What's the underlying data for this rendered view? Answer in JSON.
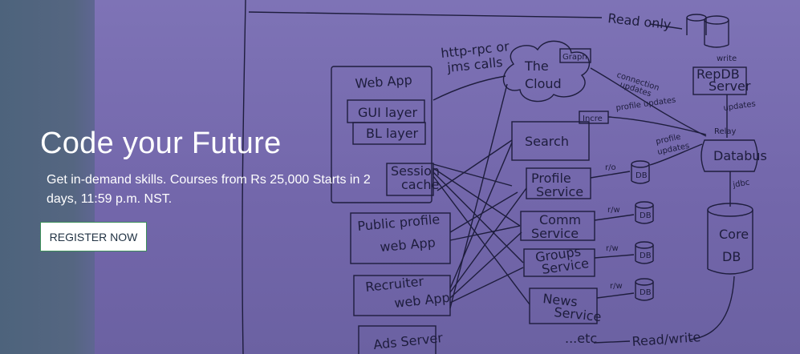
{
  "hero": {
    "title": "Code your Future",
    "subtitle": "Get in-demand skills. Courses from Rs 25,000 Starts in 2 days, 11:59 p.m. NST.",
    "register_label": "REGISTER NOW",
    "colors": {
      "overlay": "#756ba6",
      "left_panel": "#4d637c",
      "button_border": "#3d8f5a"
    }
  },
  "diagram": {
    "web_app": "Web App",
    "gui_layer": "GUI layer",
    "bl_layer": "BL layer",
    "session_cache_1": "Session",
    "session_cache_2": "cache",
    "public_profile_1": "Public profile",
    "public_profile_2": "web App",
    "recruiter_1": "Recruiter",
    "recruiter_2": "web App",
    "ads_server": "Ads Server",
    "http_rpc_1": "http-rpc or",
    "http_rpc_2": "jms calls",
    "cloud_1": "The",
    "cloud_2": "Cloud",
    "graph": "Graph",
    "search": "Search",
    "incre": "Incre",
    "profile_service_1": "Profile",
    "profile_service_2": "Service",
    "comm_service_1": "Comm",
    "comm_service_2": "Service",
    "groups_service_1": "Groups",
    "groups_service_2": "Service",
    "news_service_1": "News",
    "news_service_2": "Service",
    "db": "DB",
    "ro": "r/o",
    "rw": "r/w",
    "read_only": "Read only",
    "write": "write",
    "repdb_1": "RepDB",
    "repdb_2": "Server",
    "updates": "updates",
    "relay": "Relay",
    "databus": "Databus",
    "jdbc": "jdbc",
    "core_db_1": "Core",
    "core_db_2": "DB",
    "connection_updates_1": "connection",
    "connection_updates_2": "updates",
    "profile_updates": "profile updates",
    "profile_updates_1": "profile",
    "profile_updates_2": "updates",
    "etc": "...etc",
    "read_write": "Read/write"
  }
}
